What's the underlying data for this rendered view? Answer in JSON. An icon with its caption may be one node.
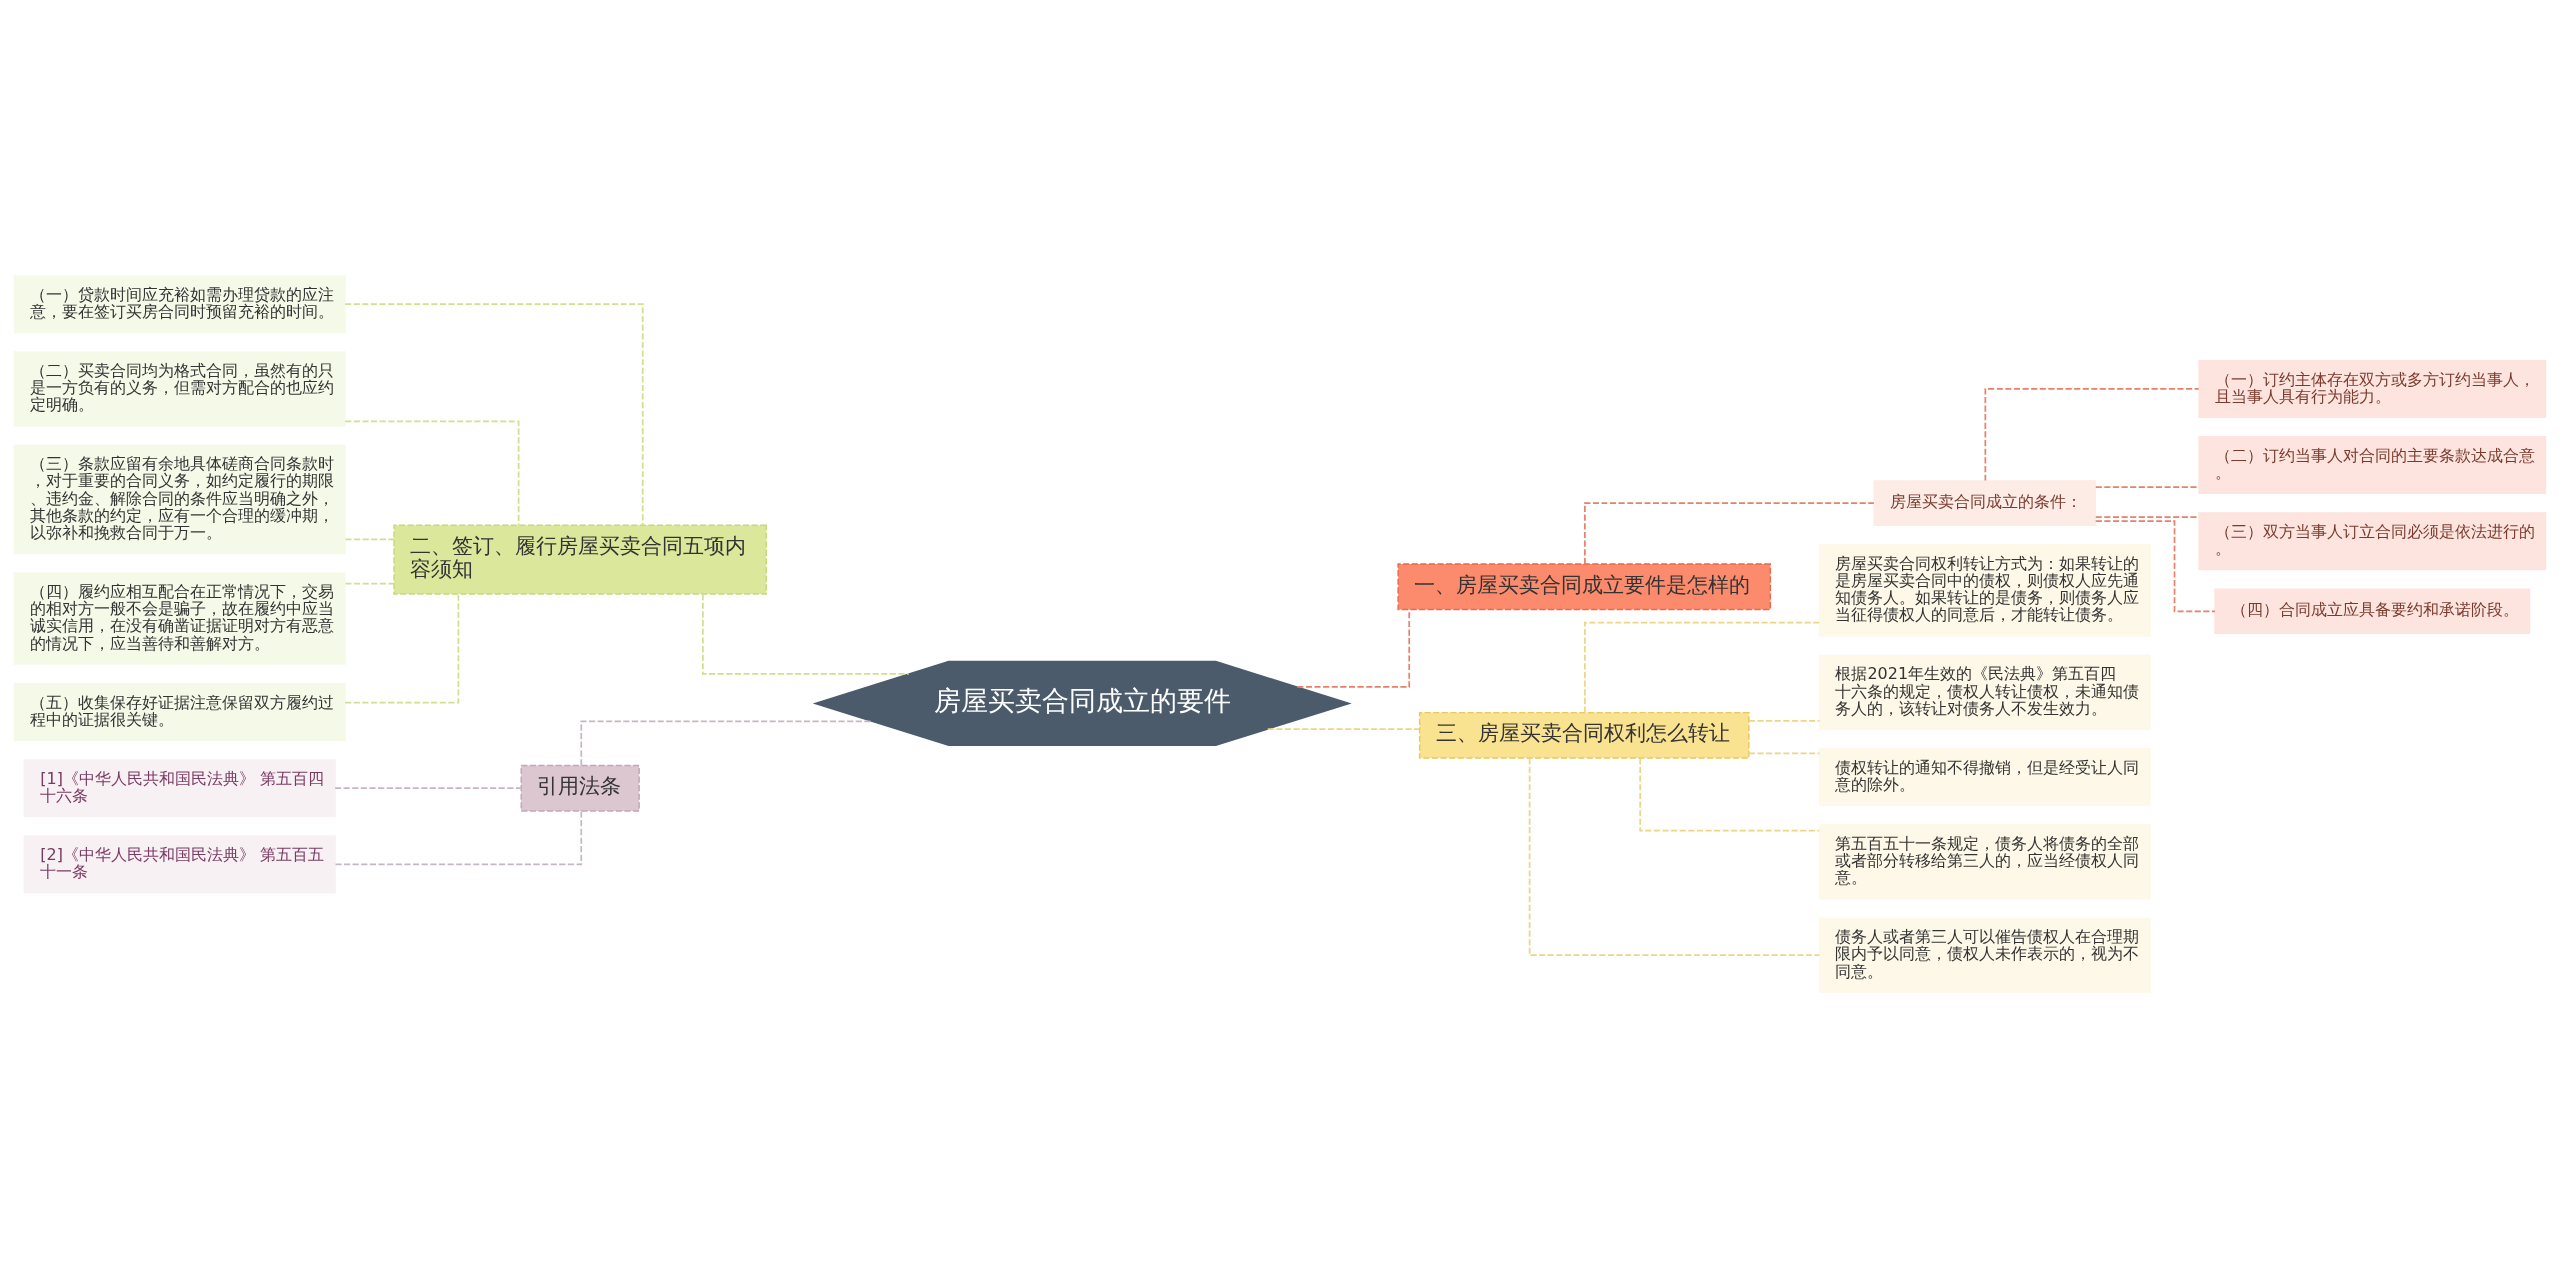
{
  "diagram": {
    "nodes": [
      {
        "text": [
          "房屋买卖合同成立的要件"
        ]
      },
      {
        "text": [
          "一、房屋买卖合同成立要件是怎样的"
        ]
      },
      {
        "text": [
          "房屋买卖合同成立的条件："
        ]
      },
      {
        "text": [
          "（一）订约主体存在双方或多方订约当事人，且当事人具有行为能力。"
        ]
      },
      {
        "text": [
          "（二）订约当事人对合同的主要条款达成合意。"
        ]
      },
      {
        "text": [
          "（三）双方当事人订立合同必须是依法进行的。"
        ]
      },
      {
        "text": [
          "（四）合同成立应具备要约和承诺阶段。"
        ]
      },
      {
        "text": [
          "二、签订、履行房屋买卖合同五项内容须知"
        ]
      },
      {
        "text": [
          "（一）贷款时间应充裕如需办理贷款的应注意，要在签订买房合同时预留充裕的时间。"
        ]
      },
      {
        "text": [
          "（二）买卖合同均为格式合同，虽然有的只是一方负有的义务，但需对方配合的也应约定明确。"
        ]
      },
      {
        "text": [
          "（三）条款应留有余地具体磋商合同条款时，对于重要的合同义务，如约定履行的期限、违约金、解除合同的条件应当明确之外，其他条款的约定，应有一个合理的缓冲期，以弥补和挽救合同于万一。"
        ]
      },
      {
        "text": [
          "（四）履约应相互配合在正常情况下，交易的相对方一般不会是骗子，故在履约中应当诚实信用，在没有确凿证据证明对方有恶意的情况下，应当善待和善解对方。"
        ]
      },
      {
        "text": [
          "（五）收集保存好证据注意保留双方履约过程中的证据很关键。"
        ]
      },
      {
        "text": [
          "三、房屋买卖合同权利怎么转让"
        ]
      },
      {
        "text": [
          "房屋买卖合同权利转让方式为：如果转让的是房屋买卖合同中的债权，则债权人应先通知债务人。如果转让的是债务，则债务人应当征得债权人的同意后，才能转让债务。"
        ]
      },
      {
        "text": [
          "根据2021年生效的《民法典》第五百四十六条的规定，债权人转让债权，未通知债务人的，该转让对债务人不发生效力。"
        ]
      },
      {
        "text": [
          "债权转让的通知不得撤销，但是经受让人同意的除外。"
        ]
      },
      {
        "text": [
          "第五百五十一条规定，债务人将债务的全部或者部分转移给第三人的，应当经债权人同意。"
        ]
      },
      {
        "text": [
          "债务人或者第三人可以催告债权人在合理期限内予以同意，债权人未作表示的，视为不同意。"
        ]
      },
      {
        "text": [
          "引用法条"
        ]
      },
      {
        "text": [
          "[1]《中华人民共和国民法典》 第五百四十六条"
        ]
      },
      {
        "text": [
          "[2]《中华人民共和国民法典》 第五百五十一条"
        ]
      }
    ],
    "edges": [
      {
        "from": 0,
        "to": 1,
        "arrow": "none",
        "style": "dashed",
        "color": "#e8806a"
      },
      {
        "from": 1,
        "to": 2,
        "arrow": "none",
        "style": "dashed",
        "color": "#e8806a"
      },
      {
        "from": 2,
        "to": 3,
        "arrow": "none",
        "style": "dashed",
        "color": "#e8806a"
      },
      {
        "from": 2,
        "to": 4,
        "arrow": "none",
        "style": "dashed",
        "color": "#e8806a"
      },
      {
        "from": 2,
        "to": 5,
        "arrow": "none",
        "style": "dashed",
        "color": "#e8806a"
      },
      {
        "from": 2,
        "to": 6,
        "arrow": "none",
        "style": "dashed",
        "color": "#e8806a"
      },
      {
        "from": 7,
        "to": 0,
        "arrow": "none",
        "style": "dashed",
        "color": "#cfe08f"
      },
      {
        "from": 8,
        "to": 7,
        "arrow": "none",
        "style": "dashed",
        "color": "#cfe08f"
      },
      {
        "from": 9,
        "to": 7,
        "arrow": "none",
        "style": "dashed",
        "color": "#cfe08f"
      },
      {
        "from": 10,
        "to": 7,
        "arrow": "none",
        "style": "dashed",
        "color": "#cfe08f"
      },
      {
        "from": 11,
        "to": 7,
        "arrow": "none",
        "style": "dashed",
        "color": "#cfe08f"
      },
      {
        "from": 12,
        "to": 7,
        "arrow": "none",
        "style": "dashed",
        "color": "#cfe08f"
      },
      {
        "from": 0,
        "to": 13,
        "arrow": "none",
        "style": "dashed",
        "color": "#f0d486"
      },
      {
        "from": 13,
        "to": 14,
        "arrow": "none",
        "style": "dashed",
        "color": "#f0d486"
      },
      {
        "from": 13,
        "to": 15,
        "arrow": "none",
        "style": "dashed",
        "color": "#f0d486"
      },
      {
        "from": 13,
        "to": 16,
        "arrow": "none",
        "style": "dashed",
        "color": "#f0d486"
      },
      {
        "from": 13,
        "to": 17,
        "arrow": "none",
        "style": "dashed",
        "color": "#f0d486"
      },
      {
        "from": 13,
        "to": 18,
        "arrow": "none",
        "style": "dashed",
        "color": "#f0d486"
      },
      {
        "from": 19,
        "to": 0,
        "arrow": "none",
        "style": "dashed",
        "color": "#c6b6c3"
      },
      {
        "from": 20,
        "to": 19,
        "arrow": "none",
        "style": "dashed",
        "color": "#c6b6c3"
      },
      {
        "from": 21,
        "to": 19,
        "arrow": "none",
        "style": "dashed",
        "color": "#c6b6c3"
      }
    ]
  }
}
